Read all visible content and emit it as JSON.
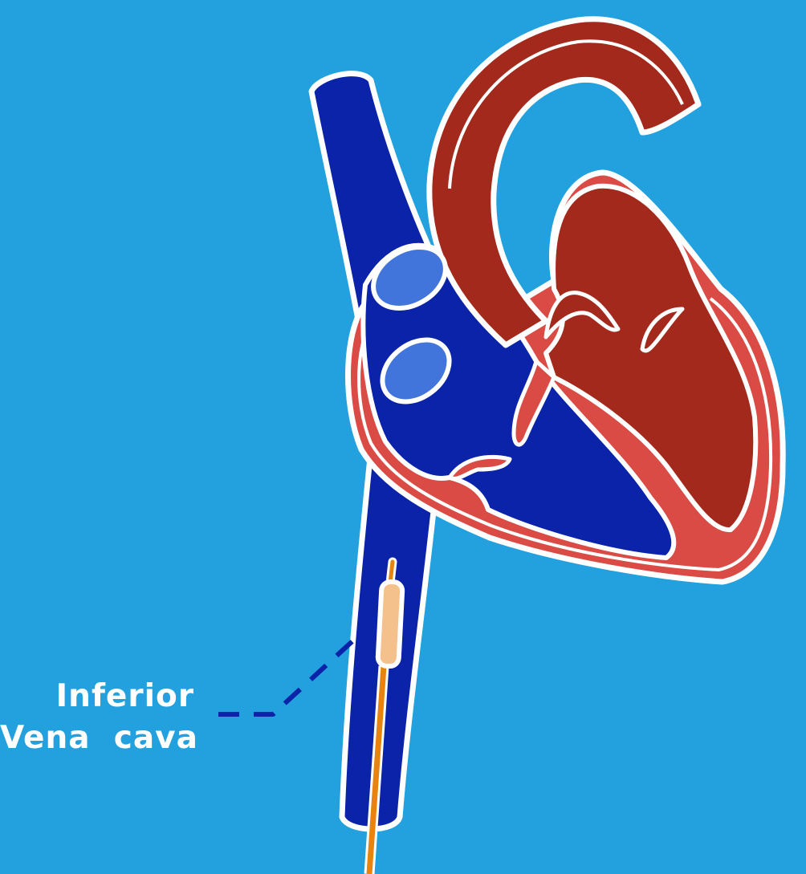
{
  "diagram": {
    "label_line1": "Inferior",
    "label_line2": "Vena  cava"
  },
  "colors": {
    "background": "#22a1de",
    "venous_blue": "#0b23a8",
    "opening_blue": "#4275dc",
    "arterial_red": "#a3291c",
    "muscle_red": "#d94b44",
    "outline_white": "#ffffff",
    "catheter_orange": "#e9830f",
    "catheter_tip_peach": "#f4c08c",
    "label_text": "#ffffff",
    "leader_line": "#0b23a8"
  },
  "icons": {
    "heart": "heart-illustration",
    "catheter": "catheter-illustration"
  }
}
